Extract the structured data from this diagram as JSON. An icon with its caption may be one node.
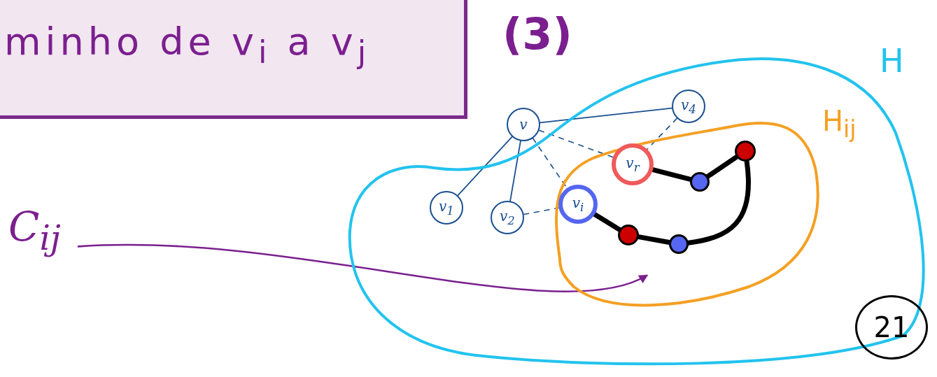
{
  "diagram": {
    "nodes": [
      {
        "text": [
          "minho de v$_{i}$ a v$_{j}$"
        ]
      },
      {
        "text": [
          "H"
        ]
      },
      {
        "text": [
          "H$_{ij}$"
        ],
        "in": 1
      },
      {
        "text": [
          "v"
        ]
      },
      {
        "text": [
          "v$_{4}$"
        ],
        "in": 1
      },
      {
        "text": [
          "v$_{1}$"
        ],
        "in": 1
      },
      {
        "text": [
          "v$_{2}$"
        ],
        "in": 1
      },
      {
        "text": [
          "v$_{r}$"
        ],
        "in": 2
      },
      {
        "text": [
          "v$_{i}$"
        ],
        "in": 2
      },
      {
        "text": [],
        "shape": "circle",
        "in": 2
      },
      {
        "text": [],
        "shape": "circle",
        "in": 2
      },
      {
        "text": [],
        "shape": "circle",
        "in": 2
      },
      {
        "text": [],
        "shape": "circle",
        "in": 2
      },
      {
        "text": [
          "C$_{ij}$"
        ]
      },
      {
        "text": [
          "21"
        ],
        "in": 1
      }
    ],
    "edges": [
      {
        "from": 3,
        "to": 4,
        "arrow": "none"
      },
      {
        "from": 3,
        "to": 5,
        "arrow": "none"
      },
      {
        "from": 3,
        "to": 6,
        "arrow": "none"
      },
      {
        "from": 3,
        "to": 7,
        "arrow": "none",
        "style": "dashed"
      },
      {
        "from": 3,
        "to": 8,
        "arrow": "none",
        "style": "dashed"
      },
      {
        "from": 6,
        "to": 8,
        "arrow": "none",
        "style": "dashed"
      },
      {
        "from": 4,
        "to": 7,
        "arrow": "none",
        "style": "dashed"
      },
      {
        "from": 7,
        "to": 9,
        "arrow": "none",
        "style": "thick",
        "color": "#000000"
      },
      {
        "from": 9,
        "to": 10,
        "arrow": "none",
        "style": "thick",
        "color": "#000000"
      },
      {
        "from": 10,
        "to": 12,
        "arrow": "none",
        "style": "thick",
        "color": "#000000"
      },
      {
        "from": 8,
        "to": 11,
        "arrow": "none",
        "style": "thick",
        "color": "#000000"
      },
      {
        "from": 11,
        "to": 12,
        "arrow": "none",
        "style": "thick",
        "color": "#000000"
      },
      {
        "from": 13,
        "to": null,
        "arrow": "to",
        "color": "#7b1f8f"
      }
    ],
    "labels": [
      "(3)"
    ]
  }
}
